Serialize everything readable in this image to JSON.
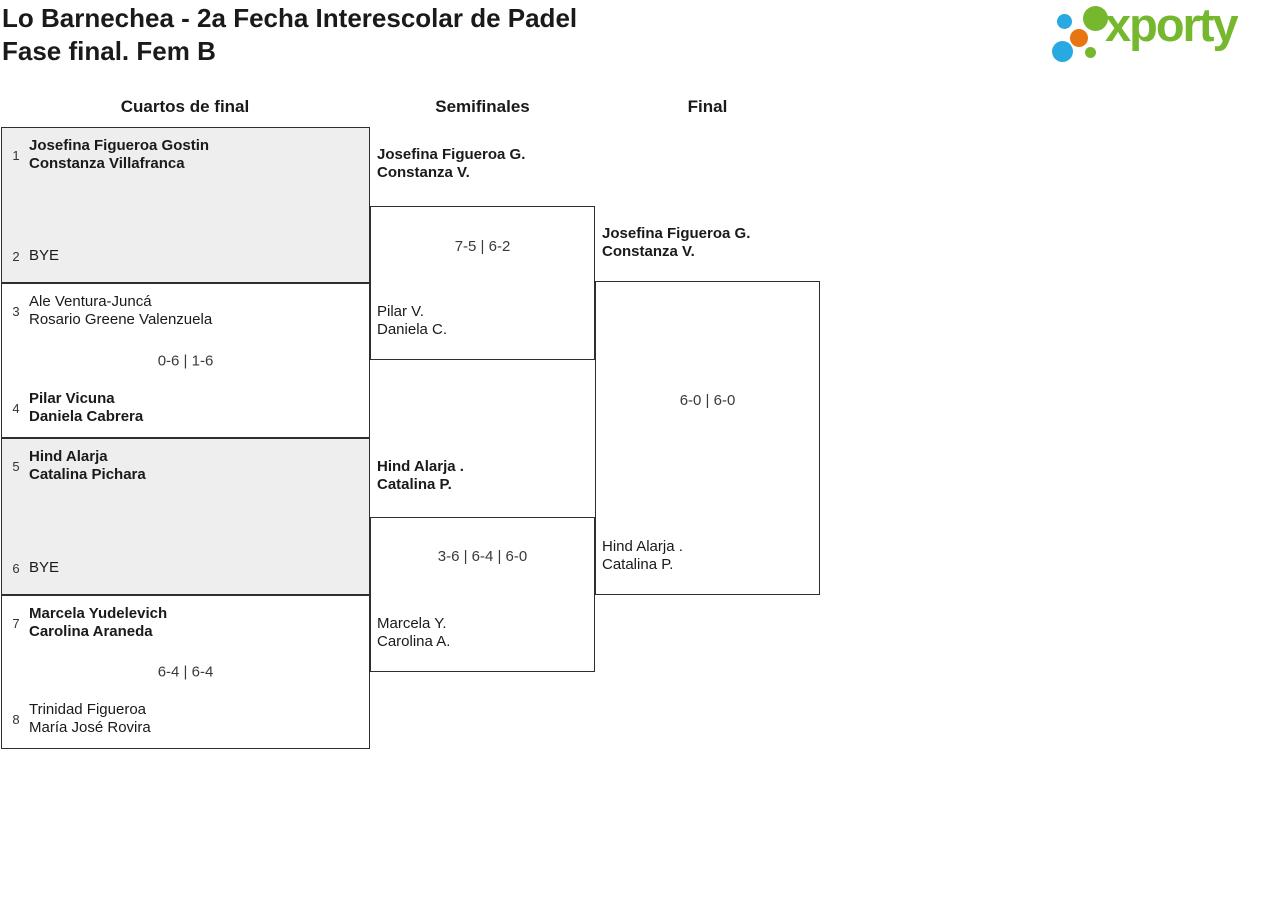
{
  "header": {
    "title_line1": "Lo Barnechea - 2a Fecha Interescolar de Padel",
    "title_line2": "Fase final. Fem B"
  },
  "logo": {
    "text": "xporty",
    "green": "#76b82d",
    "blue": "#29a9e1",
    "orange": "#e87511"
  },
  "rounds": {
    "quarterfinals": "Cuartos de final",
    "semifinals": "Semifinales",
    "final": "Final"
  },
  "quarterfinals": [
    {
      "seed_top": "1",
      "top_line1": "Josefina Figueroa Gostin",
      "top_line2": "Constanza Villafranca",
      "seed_bottom": "2",
      "bottom_line1": "BYE",
      "score": ""
    },
    {
      "seed_top": "3",
      "top_line1": "Ale Ventura-Juncá",
      "top_line2": "Rosario Greene Valenzuela",
      "seed_bottom": "4",
      "bottom_line1": "Pilar Vicuna",
      "bottom_line2": "Daniela Cabrera",
      "score": "0-6 | 1-6"
    },
    {
      "seed_top": "5",
      "top_line1": "Hind Alarja",
      "top_line2": "Catalina Pichara",
      "seed_bottom": "6",
      "bottom_line1": "BYE",
      "score": ""
    },
    {
      "seed_top": "7",
      "top_line1": "Marcela Yudelevich",
      "top_line2": "Carolina Araneda",
      "seed_bottom": "8",
      "bottom_line1": "Trinidad Figueroa",
      "bottom_line2": "María José Rovira",
      "score": "6-4 | 6-4"
    }
  ],
  "semifinals": [
    {
      "top_line1": "Josefina Figueroa G.",
      "top_line2": "Constanza V.",
      "bottom_line1": "Pilar V.",
      "bottom_line2": "Daniela C.",
      "score": "7-5 | 6-2"
    },
    {
      "top_line1": "Hind Alarja .",
      "top_line2": "Catalina P.",
      "bottom_line1": "Marcela Y.",
      "bottom_line2": "Carolina A.",
      "score": "3-6 | 6-4 | 6-0"
    }
  ],
  "final": {
    "top_line1": "Josefina Figueroa G.",
    "top_line2": "Constanza V.",
    "bottom_line1": "Hind Alarja .",
    "bottom_line2": "Catalina P.",
    "score": "6-0 | 6-0"
  }
}
